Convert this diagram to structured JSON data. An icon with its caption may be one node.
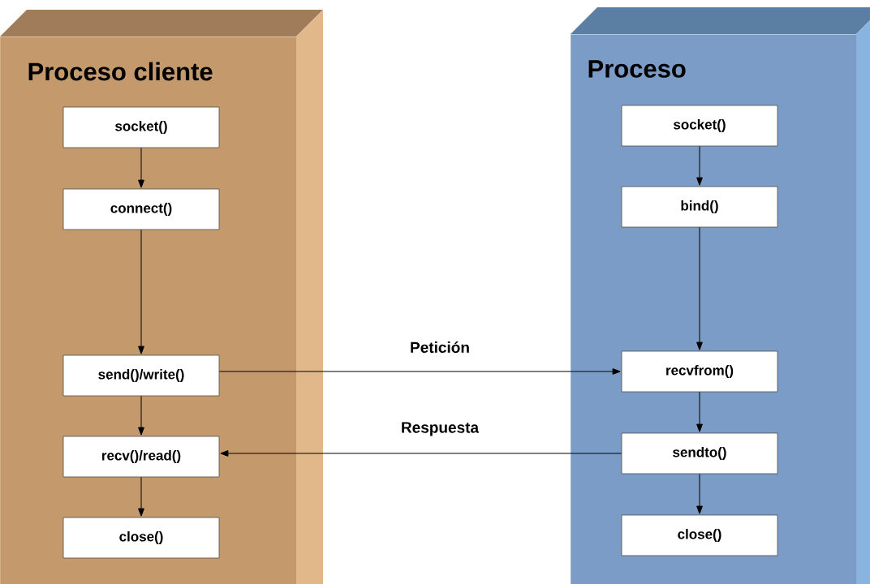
{
  "diagram": {
    "nodes": [
      {
        "text": [
          "Proceso cliente"
        ]
      },
      {
        "text": [
          "socket()"
        ],
        "in": 0
      },
      {
        "text": [
          "connect()"
        ],
        "in": 0
      },
      {
        "text": [
          "send()/write()"
        ],
        "in": 0
      },
      {
        "text": [
          "recv()/read()"
        ],
        "in": 0
      },
      {
        "text": [
          "close()"
        ],
        "in": 0
      },
      {
        "text": [
          "Proceso"
        ]
      },
      {
        "text": [
          "socket()"
        ],
        "in": 6
      },
      {
        "text": [
          "bind()"
        ],
        "in": 6
      },
      {
        "text": [
          "recvfrom()"
        ],
        "in": 6
      },
      {
        "text": [
          "sendto()"
        ],
        "in": 6
      },
      {
        "text": [
          "close()"
        ],
        "in": 6
      }
    ],
    "edges": [
      {
        "from": 1,
        "to": 2,
        "arrow": "to"
      },
      {
        "from": 2,
        "to": 3,
        "arrow": "to"
      },
      {
        "from": 3,
        "to": 4,
        "arrow": "to"
      },
      {
        "from": 4,
        "to": 5,
        "arrow": "to"
      },
      {
        "from": 7,
        "to": 8,
        "arrow": "to"
      },
      {
        "from": 8,
        "to": 9,
        "arrow": "to"
      },
      {
        "from": 9,
        "to": 10,
        "arrow": "to"
      },
      {
        "from": 10,
        "to": 11,
        "arrow": "to"
      },
      {
        "from": 3,
        "to": 9,
        "arrow": "to",
        "label": "Petición"
      },
      {
        "from": 10,
        "to": 4,
        "arrow": "to",
        "label": "Respuesta"
      }
    ]
  }
}
